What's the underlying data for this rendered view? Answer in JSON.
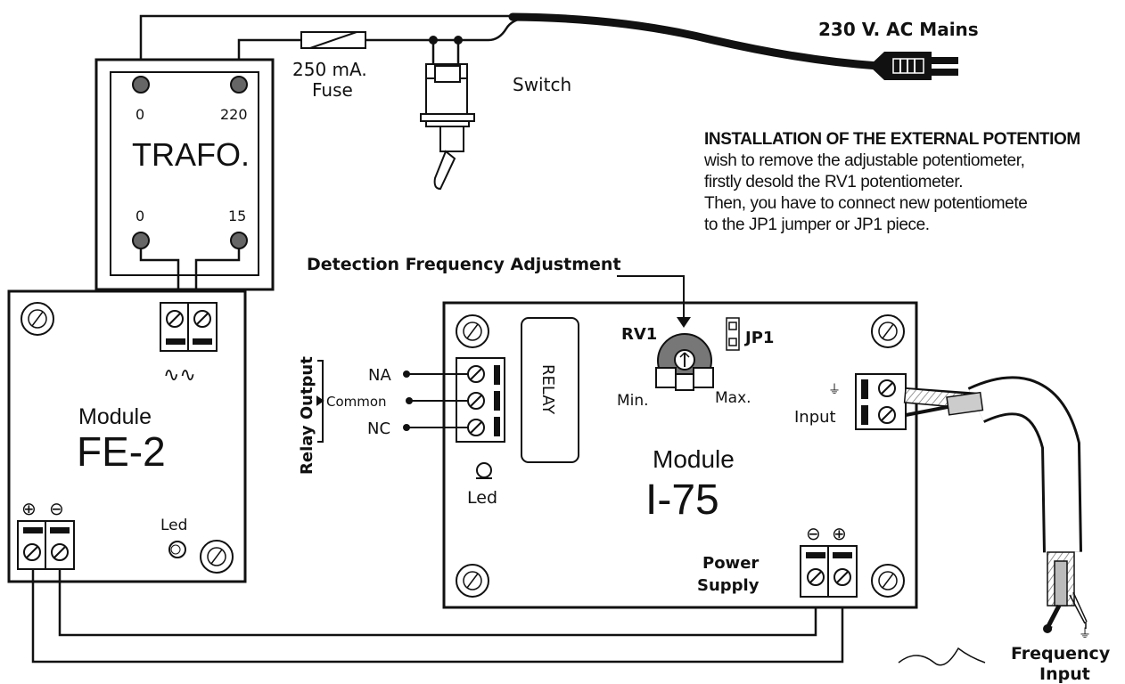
{
  "mains": {
    "label": "230 V. AC Mains"
  },
  "fuse": {
    "line1": "250 mA.",
    "line2": "Fuse"
  },
  "switch": {
    "label": "Switch"
  },
  "trafo": {
    "title": "TRAFO.",
    "tl": "0",
    "tr": "220",
    "bl": "0",
    "br": "15"
  },
  "note": {
    "heading": "INSTALLATION OF THE EXTERNAL POTENTIOM",
    "lines": [
      "wish to remove the adjustable potentiometer,",
      "firstly desold the RV1 potentiometer.",
      "Then, you have to connect new potentiomete",
      "to the JP1 jumper or JP1 piece."
    ]
  },
  "adjustment": {
    "label": "Detection Frequency Adjustment"
  },
  "fe2": {
    "module_label": "Module",
    "module_name": "FE-2",
    "ac_symbols": "∿∿",
    "plus": "⊕",
    "minus": "⊖",
    "led": "Led"
  },
  "relay_output": {
    "label": "Relay Output",
    "na": "NA",
    "common": "Common",
    "nc": "NC"
  },
  "i75": {
    "relay": "RELAY",
    "rv1": "RV1",
    "jp1": "JP1",
    "min": "Min.",
    "max": "Max.",
    "input": "Input",
    "ground": "⏚",
    "led": "Led",
    "module_label": "Module",
    "module_name": "I-75",
    "power_line1": "Power",
    "power_line2": "Supply",
    "minus": "⊖",
    "plus": "⊕"
  },
  "frequency_input": {
    "line1": "Frequency",
    "line2": "Input"
  }
}
